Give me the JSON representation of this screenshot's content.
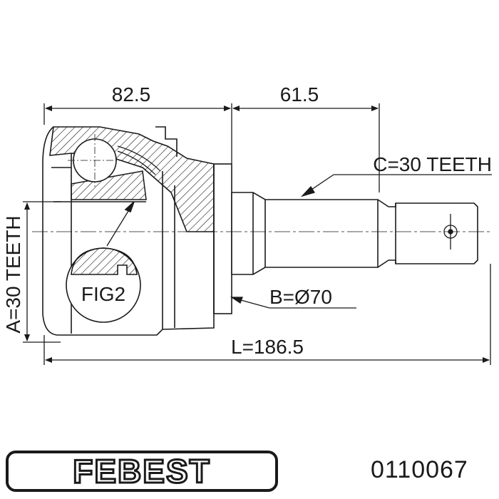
{
  "dimensions": {
    "top_left": "82.5",
    "top_right": "61.5",
    "spline_c": "C=30 TEETH",
    "diameter_b": "B=Ø70",
    "length_l": "L=186.5",
    "spline_a": "A=30 TEETH"
  },
  "callouts": {
    "fig": "FIG2"
  },
  "footer": {
    "brand": "FEBEST",
    "part_number": "0110067"
  },
  "colors": {
    "ink": "#1a1a1a",
    "background": "#ffffff"
  }
}
